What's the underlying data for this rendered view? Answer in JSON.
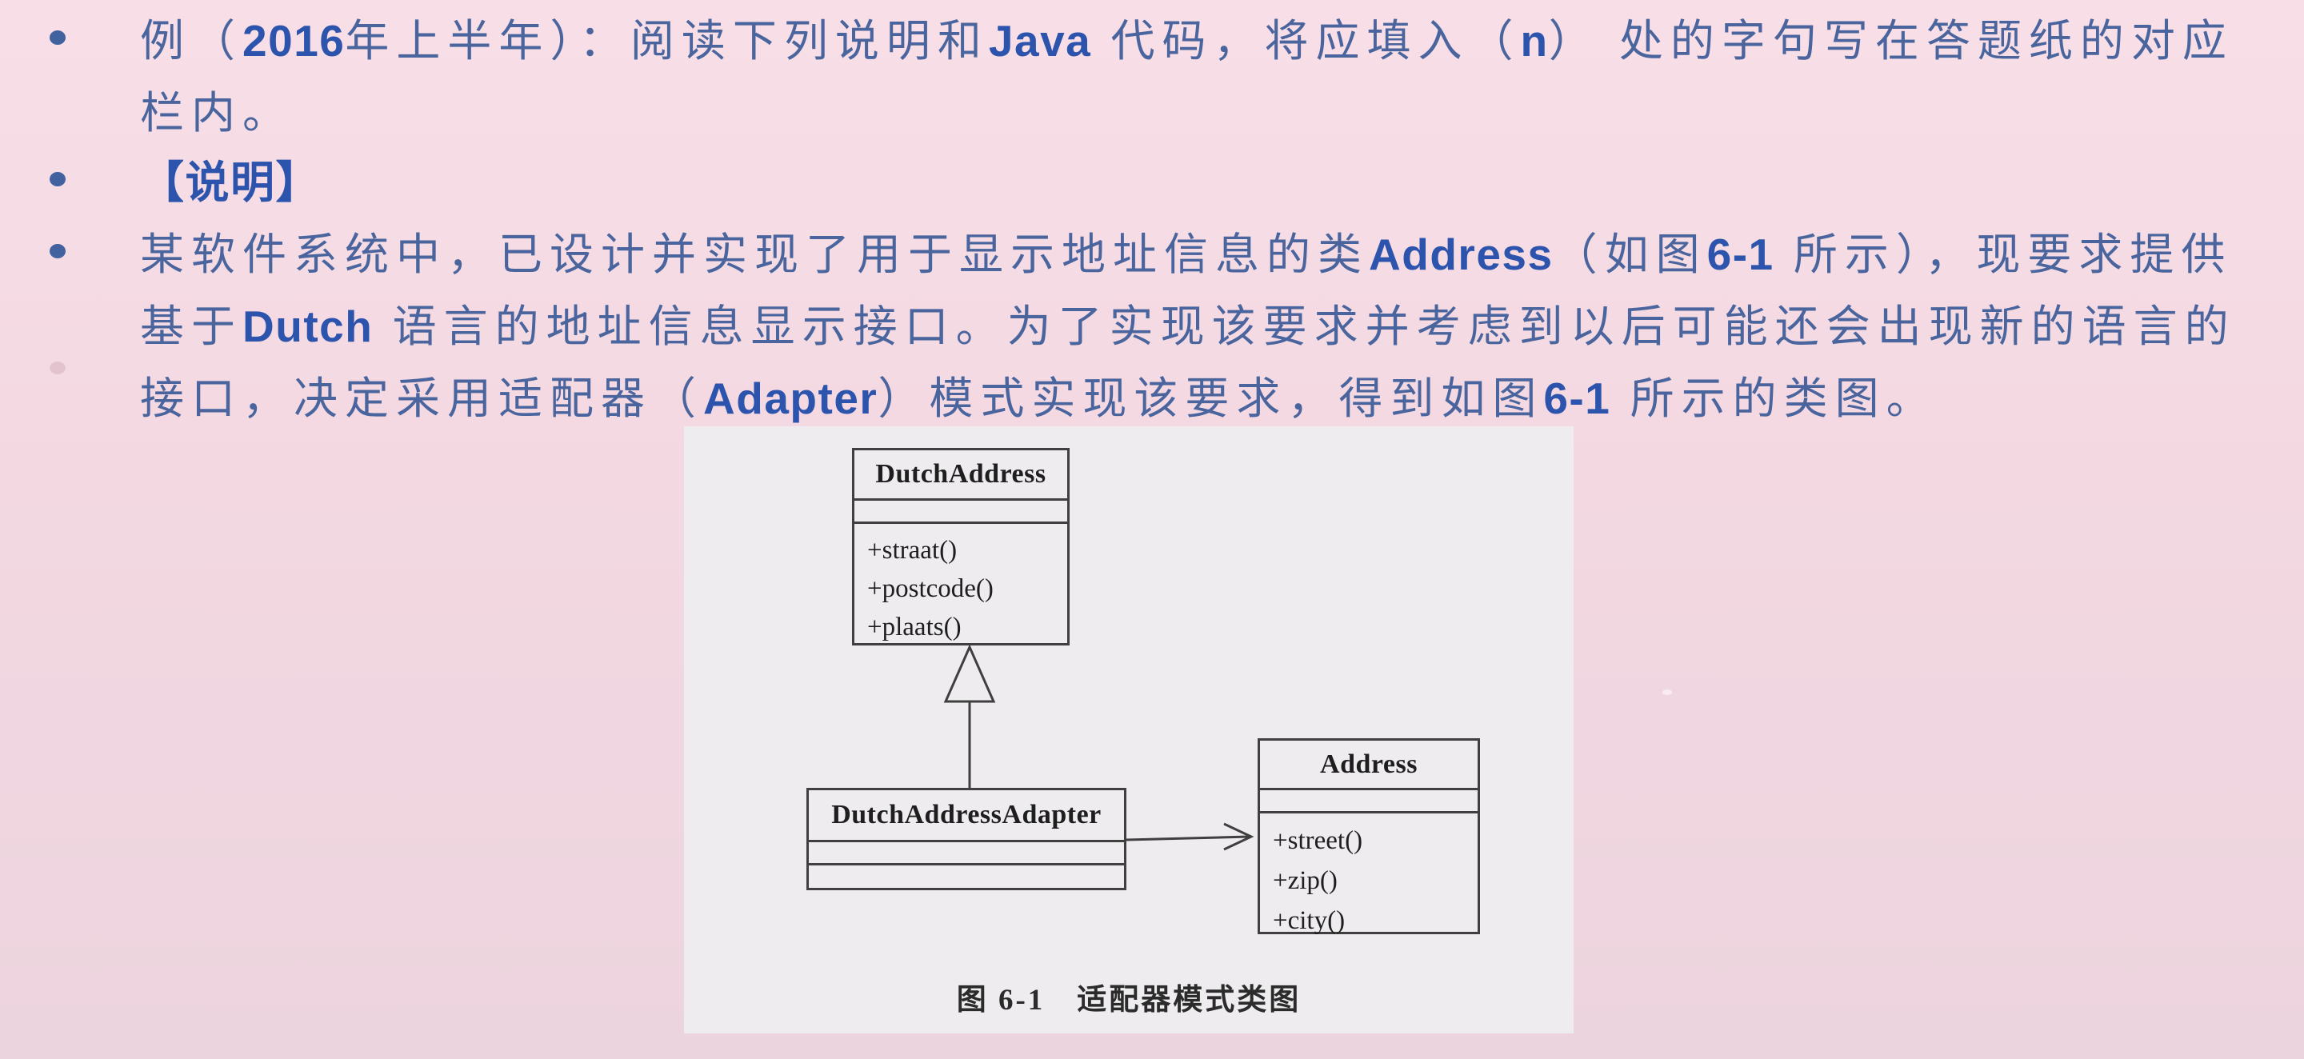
{
  "slide": {
    "bullets": [
      {
        "lines": [
          {
            "segs": [
              "例（",
              "2016",
              "年上半年）：阅读下列说明和",
              "Java",
              " 代码，将应填入（",
              "n",
              "） 处的字句写在答题纸的对应"
            ]
          },
          {
            "segs": [
              "栏内。"
            ]
          }
        ]
      },
      {
        "lines": [
          {
            "segs": [
              "【说明】"
            ]
          }
        ]
      },
      {
        "lines": [
          {
            "segs": [
              "某软件系统中，已设计并实现了用于显示地址信息的类",
              "Address",
              "（如图",
              "6-1",
              " 所示），现要求提供"
            ]
          },
          {
            "segs": [
              "基于",
              "Dutch",
              " 语言的地址信息显示接口。为了实现该要求并考虑到以后可能还会出现新的语言的"
            ]
          },
          {
            "segs": [
              "接口，决定采用适配器（",
              "Adapter",
              "）模式实现该要求，得到如图",
              "6-1",
              " 所示的类图。"
            ]
          }
        ]
      }
    ]
  },
  "figure": {
    "caption": "图 6-1　适配器模式类图",
    "classes": [
      {
        "name": "DutchAddress",
        "attributes": [],
        "methods": [
          "+straat()",
          "+postcode()",
          "+plaats()"
        ]
      },
      {
        "name": "DutchAddressAdapter",
        "attributes": [],
        "methods": []
      },
      {
        "name": "Address",
        "attributes": [],
        "methods": [
          "+street()",
          "+zip()",
          "+city()"
        ]
      }
    ],
    "relations": [
      {
        "type": "generalization",
        "from": "DutchAddressAdapter",
        "to": "DutchAddress"
      },
      {
        "type": "directed-association",
        "from": "DutchAddressAdapter",
        "to": "Address"
      }
    ]
  },
  "colors": {
    "background_pink": "#f3d8e1",
    "panel_gray": "#eeecef",
    "text_regular": "#4a659e",
    "text_bold": "#2d54ad",
    "diagram_line": "#3f3f3f"
  }
}
